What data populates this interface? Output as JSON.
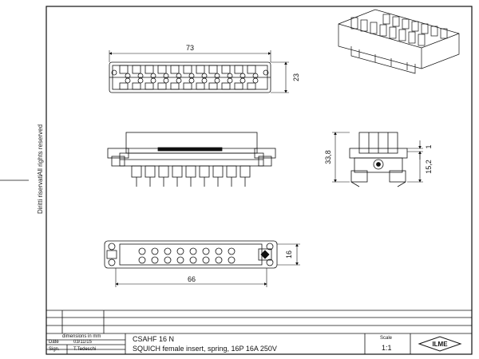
{
  "side_note": {
    "left": "Diritti riservati",
    "right": "All rights reserved"
  },
  "dimensions": {
    "top_width": "73",
    "top_height": "23",
    "side_height": "33,8",
    "side_small": "1",
    "side_lower": "15,2",
    "bottom_width": "66",
    "bottom_height": "16"
  },
  "title_block": {
    "units_label": "dimensions in mm",
    "date_label": "Date",
    "date_value": "03/11/15",
    "sign_label": "Sign.",
    "sign_value": "T.Tedeschi",
    "part_code": "CSAHF 16 N",
    "description": "SQUICH female insert, spring, 16P 16A 250V",
    "scale_label": "Scale",
    "scale_value": "1:1",
    "logo_text": "ILME"
  }
}
